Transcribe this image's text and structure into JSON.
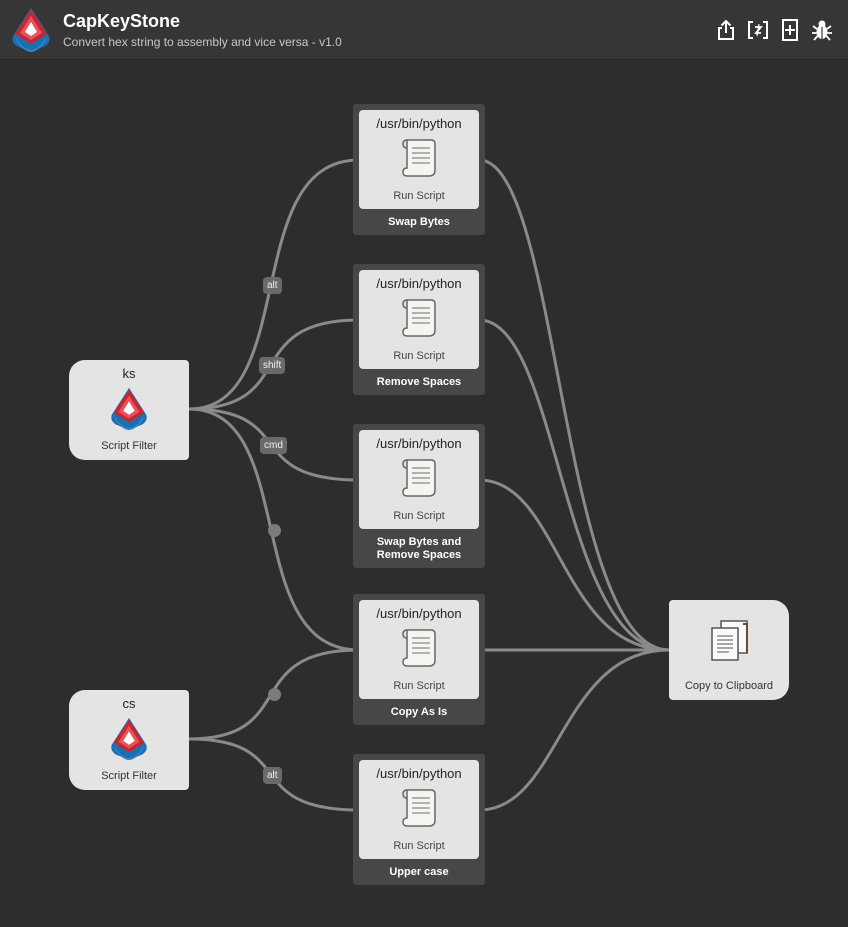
{
  "header": {
    "title": "CapKeyStone",
    "subtitle": "Convert hex string to assembly and vice versa - v1.0",
    "actions": [
      {
        "name": "export-icon"
      },
      {
        "name": "variables-icon"
      },
      {
        "name": "add-object-icon"
      },
      {
        "name": "debug-bug-icon"
      }
    ]
  },
  "inputs": [
    {
      "keyword": "ks",
      "type": "Script Filter"
    },
    {
      "keyword": "cs",
      "type": "Script Filter"
    }
  ],
  "actions": [
    {
      "script_path": "/usr/bin/python",
      "type": "Run Script",
      "title": "Swap Bytes"
    },
    {
      "script_path": "/usr/bin/python",
      "type": "Run Script",
      "title": "Remove Spaces"
    },
    {
      "script_path": "/usr/bin/python",
      "type": "Run Script",
      "title": "Swap Bytes and Remove Spaces"
    },
    {
      "script_path": "/usr/bin/python",
      "type": "Run Script",
      "title": "Copy As Is"
    },
    {
      "script_path": "/usr/bin/python",
      "type": "Run Script",
      "title": "Upper case"
    }
  ],
  "output": {
    "type": "Copy to Clipboard"
  },
  "modifiers": [
    "alt",
    "shift",
    "cmd",
    "alt"
  ],
  "colors": {
    "canvas": "#2d2d2d",
    "header": "#363636",
    "block": "#474747",
    "node": "#e4e4e4",
    "wire": "#8a8a8a",
    "modifier_badge": "#6a6a6a"
  }
}
